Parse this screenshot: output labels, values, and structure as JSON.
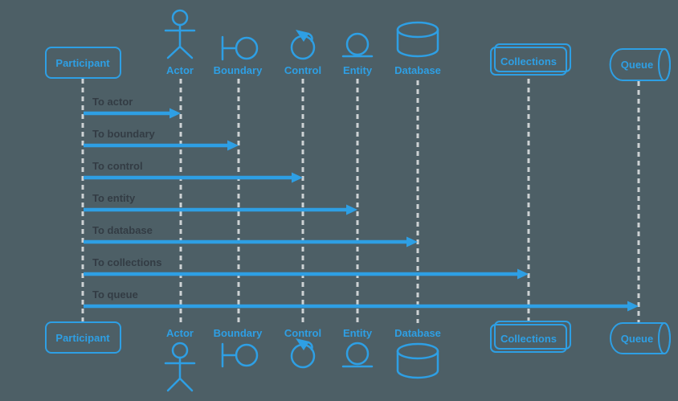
{
  "diagram": {
    "type": "uml-sequence",
    "colors": {
      "background": "#4d5f66",
      "accent": "#2e9fe4",
      "lifeline": "#cdd2d4",
      "message_text": "#333c44"
    },
    "participants": [
      {
        "id": "participant",
        "kind": "participant",
        "label": "Participant"
      },
      {
        "id": "actor",
        "kind": "actor",
        "label": "Actor"
      },
      {
        "id": "boundary",
        "kind": "boundary",
        "label": "Boundary"
      },
      {
        "id": "control",
        "kind": "control",
        "label": "Control"
      },
      {
        "id": "entity",
        "kind": "entity",
        "label": "Entity"
      },
      {
        "id": "database",
        "kind": "database",
        "label": "Database"
      },
      {
        "id": "collections",
        "kind": "collections",
        "label": "Collections"
      },
      {
        "id": "queue",
        "kind": "queue",
        "label": "Queue"
      }
    ],
    "messages": [
      {
        "from": "participant",
        "to": "actor",
        "label": "To actor"
      },
      {
        "from": "participant",
        "to": "boundary",
        "label": "To boundary"
      },
      {
        "from": "participant",
        "to": "control",
        "label": "To control"
      },
      {
        "from": "participant",
        "to": "entity",
        "label": "To entity"
      },
      {
        "from": "participant",
        "to": "database",
        "label": "To database"
      },
      {
        "from": "participant",
        "to": "collections",
        "label": "To collections"
      },
      {
        "from": "participant",
        "to": "queue",
        "label": "To queue"
      }
    ]
  }
}
